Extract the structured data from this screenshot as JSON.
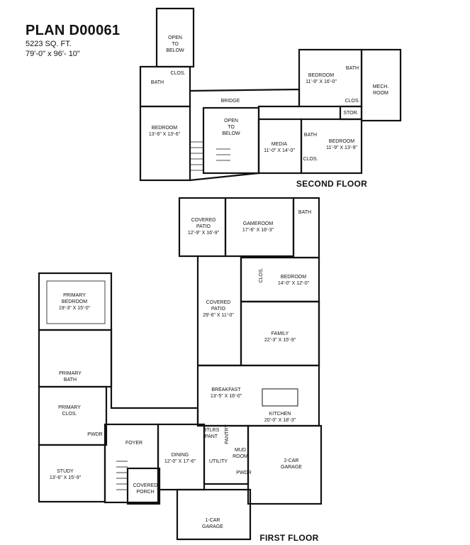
{
  "plan": {
    "title": "PLAN D00061",
    "sqft": "5223 SQ. FT.",
    "dimensions": "79'-0\" x 96'- 10\""
  },
  "floors": {
    "second": "SECOND FLOOR",
    "first": "FIRST FLOOR"
  },
  "second_floor_rooms": {
    "open_to_below_top": [
      "OPEN",
      "TO",
      "BELOW"
    ],
    "clos_left": "CLOS.",
    "bath_left": "BATH",
    "bedroom_left": [
      "BEDROOM",
      "13'-6\" X 13'-6\""
    ],
    "bridge": "BRIDGE",
    "open_to_below_center": [
      "OPEN",
      "TO",
      "BELOW"
    ],
    "media": [
      "MEDIA",
      "11'-0\" X 14'-0\""
    ],
    "bedroom_top_right": [
      "BEDROOM",
      "11'-9\" X 16'-0\""
    ],
    "bath_top_right": "BATH",
    "clos_top_right": "CLOS.",
    "mech_room": [
      "MECH.",
      "ROOM"
    ],
    "stor": "STOR.",
    "bath_right": "BATH",
    "clos_right": "CLOS.",
    "bedroom_right": [
      "BEDROOM",
      "11'-9\" X 13'-9\""
    ]
  },
  "first_floor_rooms": {
    "covered_patio_top": [
      "COVERED",
      "PATIO",
      "12'-9\" X 16'-9\""
    ],
    "gameroom": [
      "GAMEROOM",
      "17'-6\" X 16'-3\""
    ],
    "bath": "BATH",
    "clos": "CLOS.",
    "bedroom": [
      "BEDROOM",
      "14'-0\" X 12'-0\""
    ],
    "primary_bedroom": [
      "PRIMARY",
      "BEDROOM",
      "19'-3\" X 15'-0\""
    ],
    "covered_patio_main": [
      "COVERED",
      "PATIO",
      "29'-6\" X 11'-0\""
    ],
    "family": [
      "FAMILY",
      "22'-3\" X 15'-9\""
    ],
    "primary_bath": [
      "PRIMARY",
      "BATH"
    ],
    "breakfast": [
      "BREAKFAST",
      "13'-5\" X 16'-0\""
    ],
    "kitchen": [
      "KITCHEN",
      "20'-0\" X 18'-3\""
    ],
    "primary_clos": [
      "PRIMARY",
      "CLOS."
    ],
    "pwdr_left": "PWDR",
    "foyer": "FOYER",
    "stlrs_pant": [
      "BTLRS",
      "PANT"
    ],
    "pantry": "PANTRY",
    "dining": [
      "DINING",
      "12'-0\" X 17'-6\""
    ],
    "mud_room": [
      "MUD",
      "ROOM"
    ],
    "utility": "UTILITY",
    "pwdr_right": "PWDR",
    "garage_2car": [
      "2-CAR",
      "GARAGE"
    ],
    "study": [
      "STUDY",
      "13'-6\" X 15'-9\""
    ],
    "covered_porch": [
      "COVERED",
      "PORCH"
    ],
    "garage_1car": [
      "1-CAR",
      "GARAGE"
    ]
  }
}
